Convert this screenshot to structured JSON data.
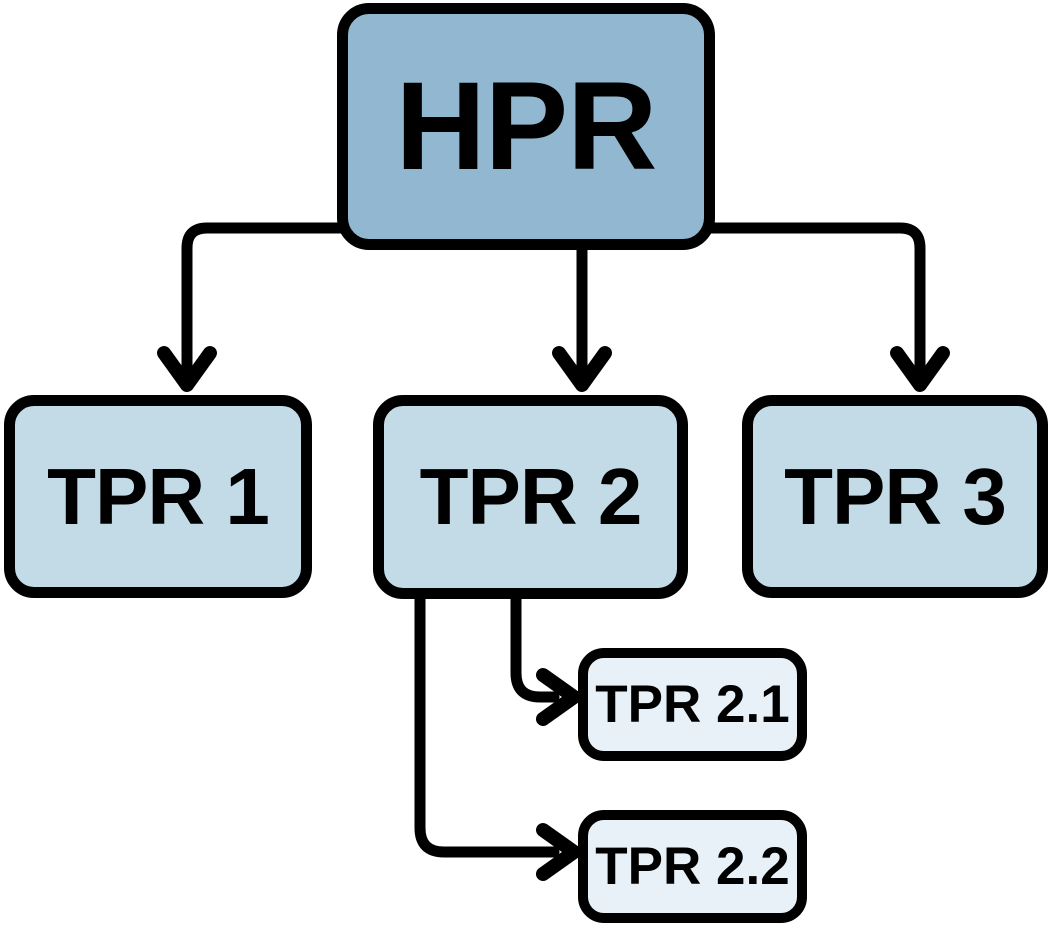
{
  "diagram": {
    "type": "hierarchy-flowchart",
    "background": "#ffffff",
    "connector_color": "#000000",
    "border_color": "#000000",
    "text_color": "#000000",
    "nodes": {
      "hpr": {
        "label": "HPR",
        "fill": "#91b8d0"
      },
      "tpr1": {
        "label": "TPR 1",
        "fill": "#c3dae7"
      },
      "tpr2": {
        "label": "TPR 2",
        "fill": "#c3dae7"
      },
      "tpr3": {
        "label": "TPR 3",
        "fill": "#c3dae7"
      },
      "tpr21": {
        "label": "TPR 2.1",
        "fill": "#e7f1f7"
      },
      "tpr22": {
        "label": "TPR 2.2",
        "fill": "#e7f1f7"
      }
    },
    "edges": [
      {
        "from": "HPR",
        "to": "TPR 1"
      },
      {
        "from": "HPR",
        "to": "TPR 2"
      },
      {
        "from": "HPR",
        "to": "TPR 3"
      },
      {
        "from": "TPR 2",
        "to": "TPR 2.1"
      },
      {
        "from": "TPR 2",
        "to": "TPR 2.2"
      }
    ]
  }
}
